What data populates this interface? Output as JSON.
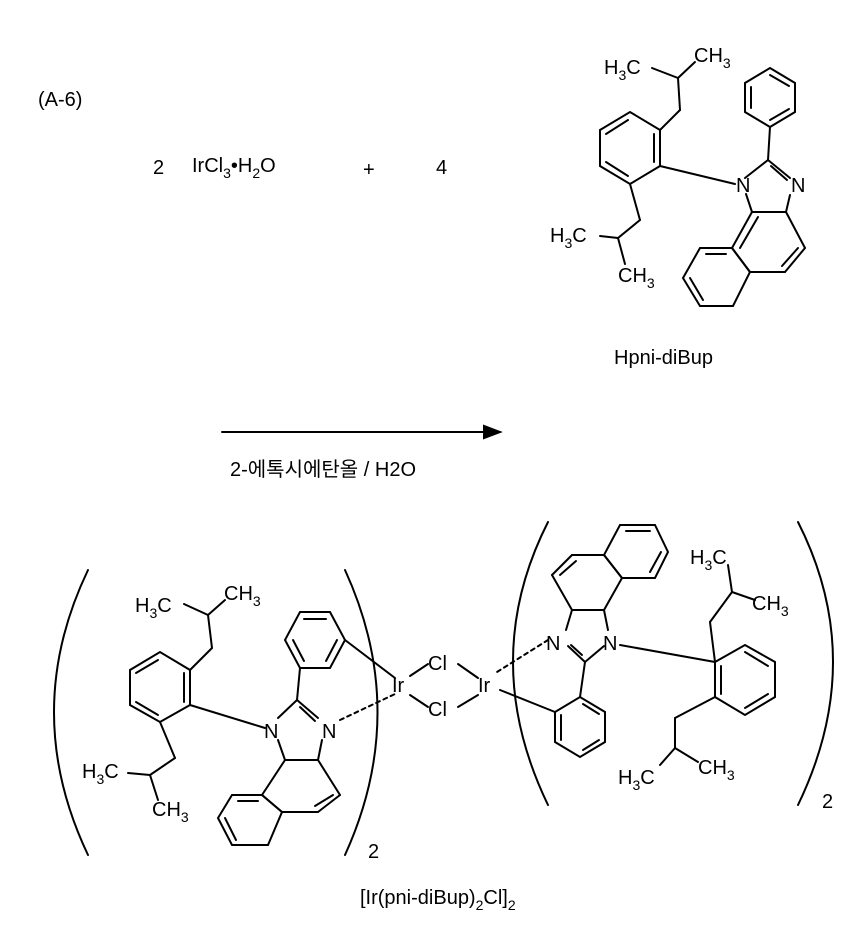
{
  "scheme": {
    "label": "(A-6)",
    "reactants": {
      "coef1": "2",
      "ircl3": {
        "a": "IrCl",
        "b": "3",
        "c": "•H",
        "d": "2",
        "e": "O"
      },
      "plus": "+",
      "coef2": "4"
    },
    "ligand_name": "Hpni-diBup",
    "conditions": {
      "solvent": "2-에톡시에탄올",
      "sep": " / ",
      "h": "H",
      "two": "2",
      "o": "O"
    },
    "product": {
      "p1": "[Ir(pni-diBup)",
      "p2": "2",
      "p3": "Cl]",
      "p4": "2"
    },
    "bracket_sub_left": "2",
    "bracket_sub_right": "2"
  },
  "atoms": {
    "h3c": {
      "h": "H",
      "three": "3",
      "c": "C"
    },
    "ch3": {
      "c": "CH",
      "three": "3"
    },
    "n": "N",
    "ir": "Ir",
    "cl": "Cl"
  }
}
